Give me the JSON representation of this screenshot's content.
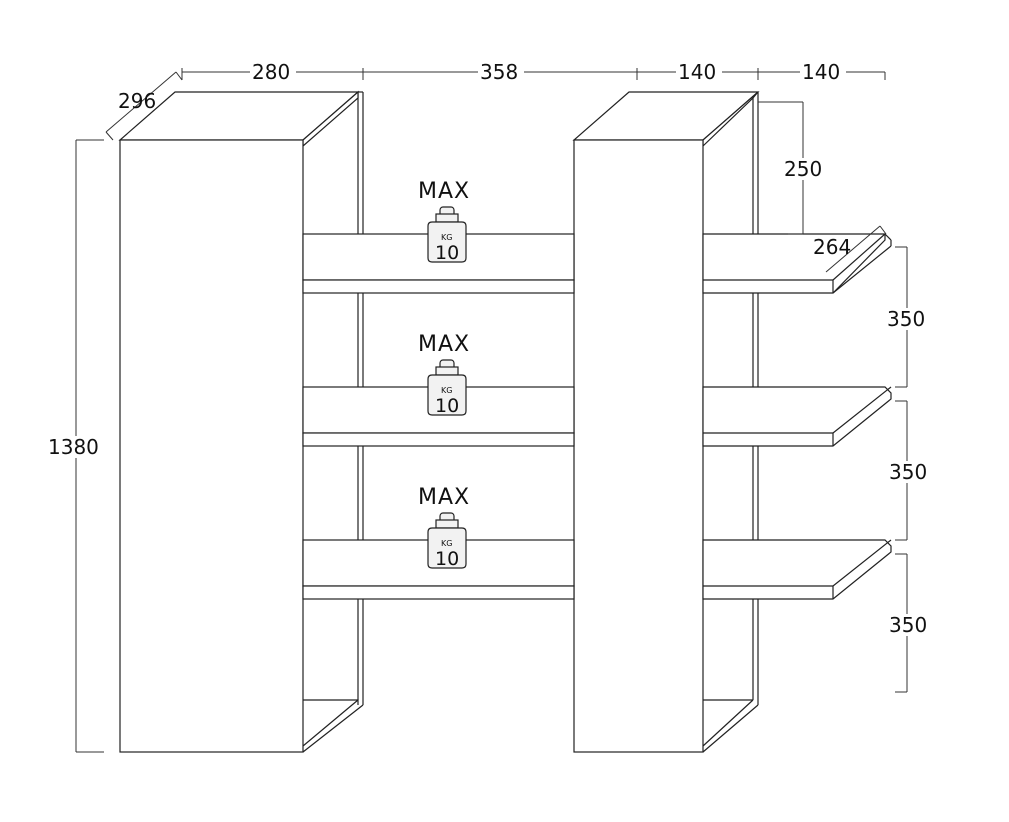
{
  "dimensions": {
    "depth": "296",
    "width_left": "280",
    "width_gap": "358",
    "width_right_module": "140",
    "width_right_overhang": "140",
    "height_total": "1380",
    "top_gap": "250",
    "shelf_depth": "264",
    "shelf_spacing_1": "350",
    "shelf_spacing_2": "350",
    "shelf_spacing_3": "350"
  },
  "load_labels": [
    {
      "max": "MAX",
      "unit": "KG",
      "value": "10"
    },
    {
      "max": "MAX",
      "unit": "KG",
      "value": "10"
    },
    {
      "max": "MAX",
      "unit": "KG",
      "value": "10"
    }
  ],
  "colors": {
    "line": "#222222",
    "weight_fill": "#f2f2f2"
  },
  "icons": {
    "weight": "kettlebell-weight-icon"
  }
}
